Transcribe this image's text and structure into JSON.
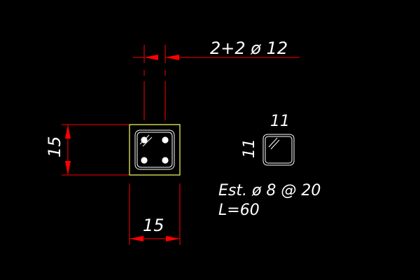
{
  "colors": {
    "background": "#000000",
    "dimension": "#ff0000",
    "outline": "#ffff66",
    "rebar": "#ffffff",
    "text": "#ffffff"
  },
  "labels": {
    "top_rebar": "2+2 ø 12",
    "section_height": "15",
    "section_width": "15",
    "stirrup_width": "11",
    "stirrup_height": "11",
    "stirrup_spec": "Est. ø 8 @ 20",
    "stirrup_length": "L=60"
  }
}
